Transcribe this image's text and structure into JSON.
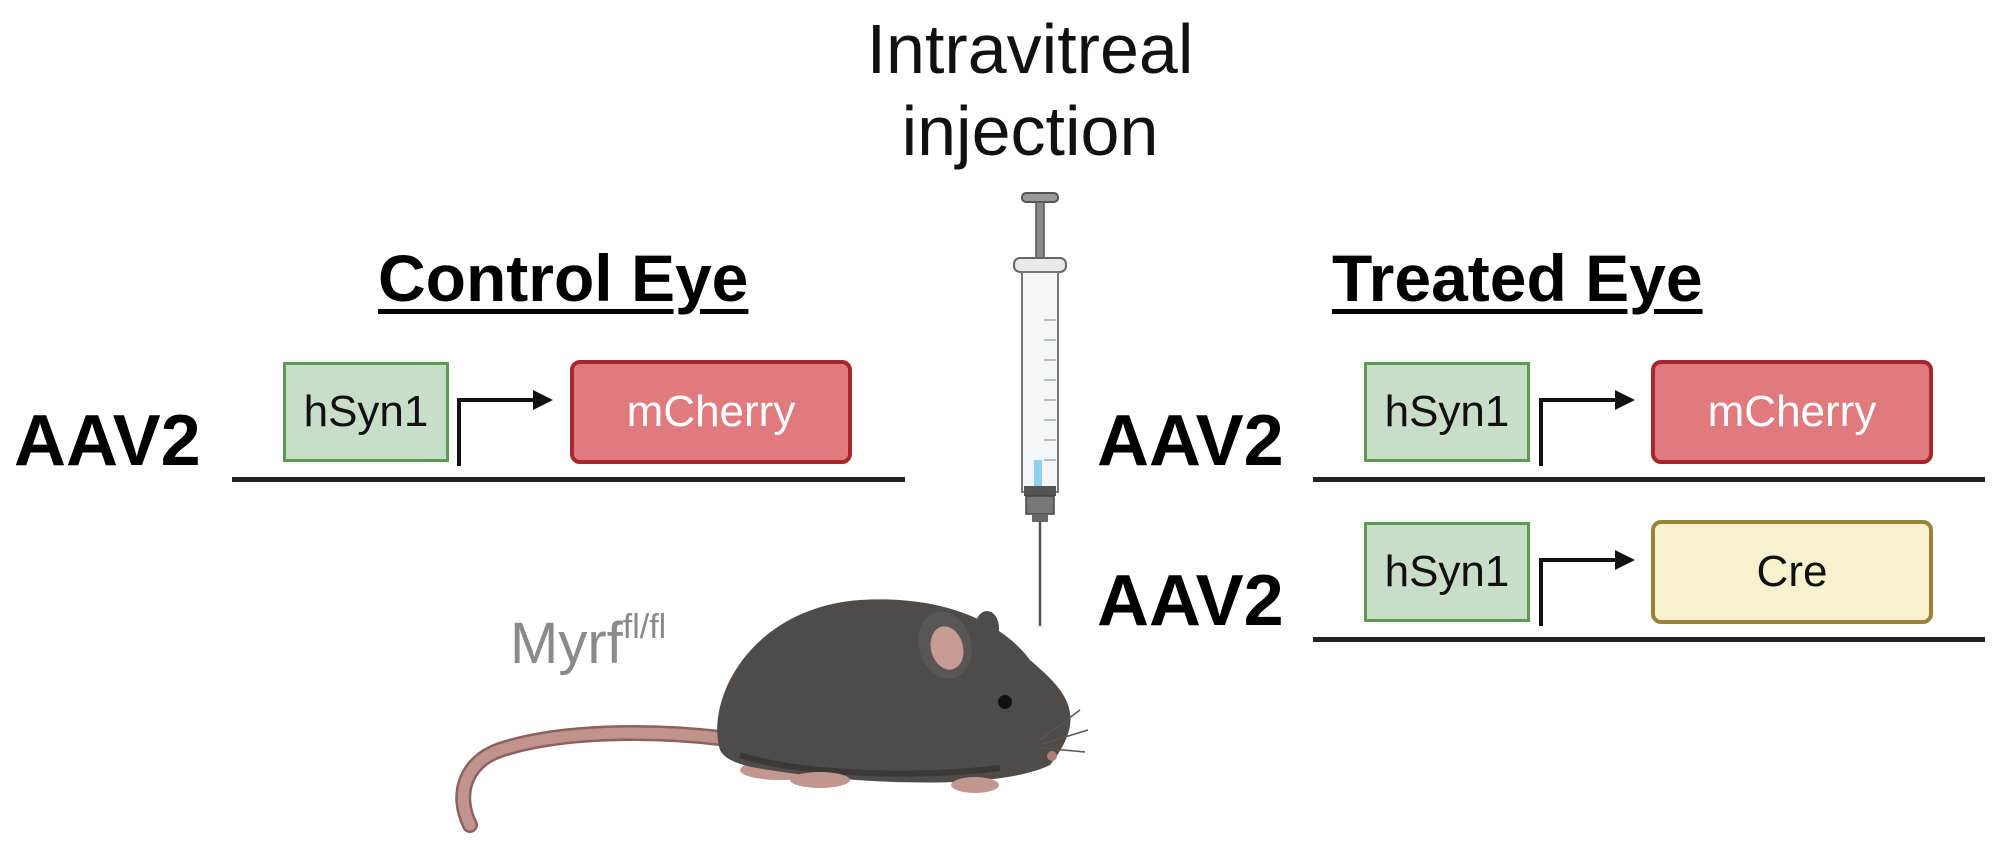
{
  "injection": {
    "line1": "Intravitreal",
    "line2": "injection"
  },
  "control": {
    "title": "Control Eye",
    "constructs": [
      {
        "vector": "AAV2",
        "promoter": "hSyn1",
        "gene": "mCherry"
      }
    ]
  },
  "treated": {
    "title": "Treated Eye",
    "constructs": [
      {
        "vector": "AAV2",
        "promoter": "hSyn1",
        "gene": "mCherry"
      },
      {
        "vector": "AAV2",
        "promoter": "hSyn1",
        "gene": "Cre"
      }
    ]
  },
  "mouse": {
    "strain": "Myrf",
    "allele": "fl/fl"
  },
  "colors": {
    "promoter_fill": "#c9dec9",
    "promoter_border": "#5f9a52",
    "mcherry_fill": "#df7b7e",
    "mcherry_border": "#a8272c",
    "cre_fill": "#f6f2cf",
    "cre_border": "#9a8336",
    "mouse_body": "#4e4b49",
    "mouse_tail": "#b98a84",
    "strain_text": "#8a8a8a"
  },
  "icons": [
    "syringe-icon",
    "mouse-icon",
    "promoter-arrow-icon"
  ]
}
